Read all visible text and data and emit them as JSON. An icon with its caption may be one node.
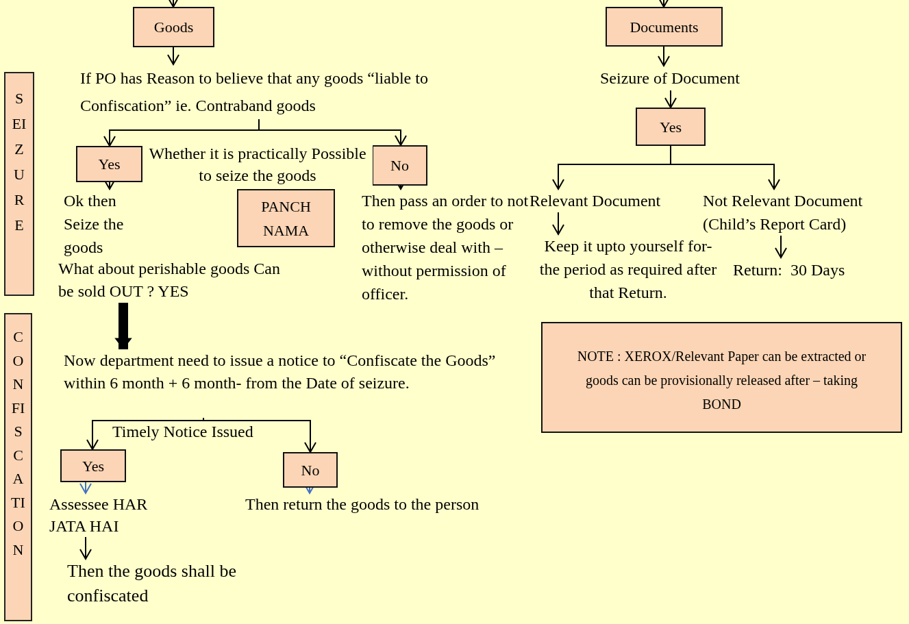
{
  "diagram": {
    "nodes": [
      {
        "text": [
          "SEIZURE"
        ]
      },
      {
        "text": [
          "Goods"
        ]
      },
      {
        "text": [
          "If PO has Reason to believe that any goods “liable to Confiscation” ie. Contraband goods"
        ]
      },
      {
        "text": [
          "Yes"
        ]
      },
      {
        "text": [
          "No"
        ]
      },
      {
        "text": [
          "PANCH NAMA"
        ]
      },
      {
        "text": [
          "Ok then Seize the goods"
        ]
      },
      {
        "text": [
          "What about perishable goods Can be sold OUT ? YES"
        ]
      },
      {
        "text": [
          "Then pass an order to not to remove the goods or otherwise deal with –without permission of officer."
        ]
      },
      {
        "text": [
          "Documents"
        ]
      },
      {
        "text": [
          "Seizure of Document"
        ]
      },
      {
        "text": [
          "Yes"
        ]
      },
      {
        "text": [
          "Relevant Document"
        ]
      },
      {
        "text": [
          "Not Relevant Document (Child’s Report Card)"
        ]
      },
      {
        "text": [
          "Keep it upto yourself for- the period as required after that Return."
        ]
      },
      {
        "text": [
          "Return:  30 Days"
        ]
      },
      {
        "text": [
          "NOTE : XEROX/Relevant Paper can be extracted or goods can be provisionally released after – taking BOND"
        ]
      },
      {
        "text": [
          "CONFISCATION"
        ]
      },
      {
        "text": [
          "Now department need to issue a notice to “Confiscate the Goods” within 6 month + 6 month- from the Date of seizure."
        ]
      },
      {
        "text": [
          "Yes"
        ]
      },
      {
        "text": [
          "No"
        ]
      },
      {
        "text": [
          "Assessee HAR JATA HAI"
        ]
      },
      {
        "text": [
          "Then return the goods to the person"
        ]
      },
      {
        "text": [
          "Then the goods shall be confiscated"
        ]
      }
    ],
    "edges": [
      {
        "from": null,
        "to": 1,
        "arrow": "to"
      },
      {
        "from": null,
        "to": 9,
        "arrow": "to"
      },
      {
        "from": 1,
        "to": 2,
        "arrow": "to"
      },
      {
        "from": 2,
        "to": 3,
        "arrow": "to"
      },
      {
        "from": 2,
        "to": 4,
        "arrow": "to"
      },
      {
        "from": 3,
        "to": 6,
        "arrow": "to"
      },
      {
        "from": 4,
        "to": 8,
        "arrow": "to"
      },
      {
        "from": 7,
        "to": 18,
        "arrow": "to",
        "style": "thick"
      },
      {
        "from": 9,
        "to": 10,
        "arrow": "to"
      },
      {
        "from": 10,
        "to": 11,
        "arrow": "to"
      },
      {
        "from": 11,
        "to": 12,
        "arrow": "to"
      },
      {
        "from": 11,
        "to": 13,
        "arrow": "to"
      },
      {
        "from": 12,
        "to": 14,
        "arrow": "to"
      },
      {
        "from": 13,
        "to": 15,
        "arrow": "to"
      },
      {
        "from": 18,
        "to": 19,
        "arrow": "to",
        "label": "Timely Notice Issued"
      },
      {
        "from": 18,
        "to": 20,
        "arrow": "to"
      },
      {
        "from": 19,
        "to": 21,
        "arrow": "to",
        "color": "#4472c4"
      },
      {
        "from": 20,
        "to": 22,
        "arrow": "to",
        "color": "#4472c4"
      },
      {
        "from": 21,
        "to": 23,
        "arrow": "to"
      }
    ],
    "labels": [
      "Whether it is practically Possible to seize the goods"
    ]
  }
}
